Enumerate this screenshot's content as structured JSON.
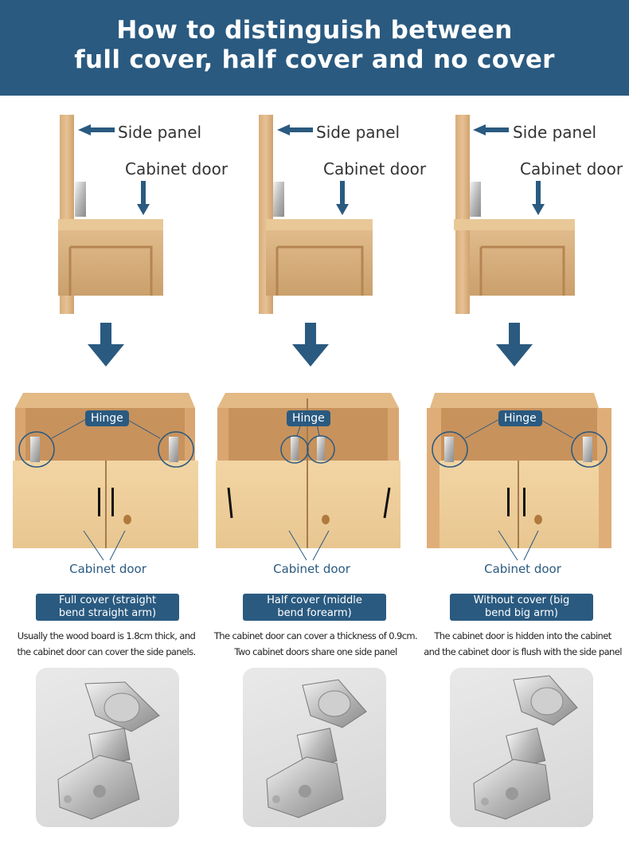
{
  "header": {
    "title_line1": "How to distinguish between",
    "title_line2": "full cover, half cover and no cover"
  },
  "colors": {
    "header_bg": "#2a5a80",
    "arrow": "#2a5a80",
    "wood": "#d9b383",
    "wood_dark": "#b88a5a"
  },
  "columns": [
    {
      "side_panel_label": "Side panel",
      "cabinet_door_label": "Cabinet door",
      "hinge_label": "Hinge",
      "door_caption": "Cabinet door",
      "type_line1": "Full cover (straight",
      "type_line2": "bend straight arm)",
      "desc_line1": "Usually the wood board is 1.8cm thick, and",
      "desc_line2": "the cabinet door can cover the side panels."
    },
    {
      "side_panel_label": "Side panel",
      "cabinet_door_label": "Cabinet door",
      "hinge_label": "Hinge",
      "door_caption": "Cabinet door",
      "type_line1": "Half cover (middle",
      "type_line2": "bend forearm)",
      "desc_line1": "The cabinet door can cover a thickness of 0.9cm.",
      "desc_line2": "Two cabinet doors share one side panel"
    },
    {
      "side_panel_label": "Side panel",
      "cabinet_door_label": "Cabinet door",
      "hinge_label": "Hinge",
      "door_caption": "Cabinet door",
      "type_line1": "Without cover (big",
      "type_line2": "bend big arm)",
      "desc_line1": "The cabinet door is hidden into the cabinet",
      "desc_line2": "and the cabinet door is flush with the side panel"
    }
  ],
  "icons": {
    "arrow_left": "arrow-left-icon",
    "arrow_down": "arrow-down-icon",
    "big_arrow_down": "big-down-arrow-icon",
    "hinge_photo": "hinge-photo-icon"
  }
}
